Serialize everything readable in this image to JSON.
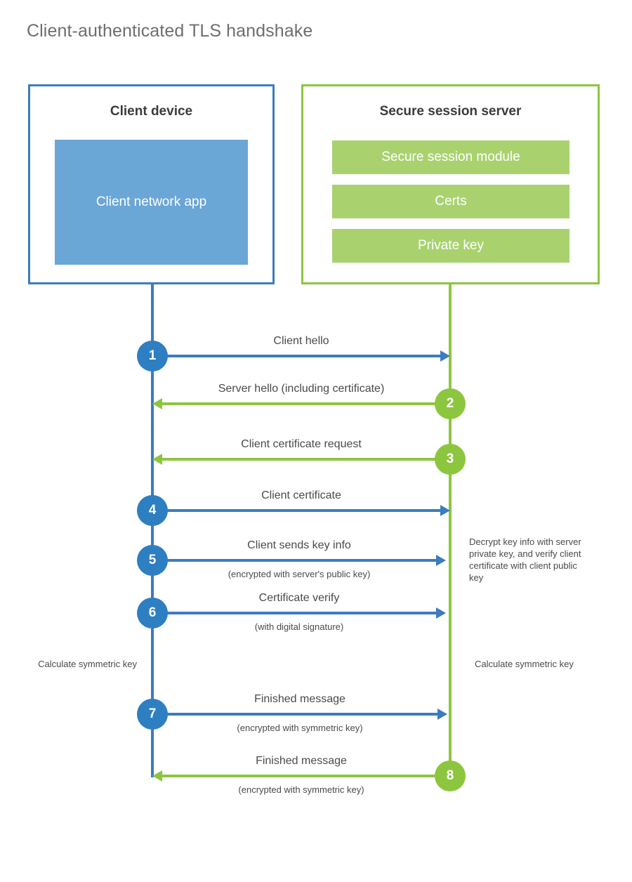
{
  "title": "Client-authenticated TLS handshake",
  "colors": {
    "client_border": "#3c7cc0",
    "client_fill": "#6aa6d6",
    "client_accent": "#2e7ec2",
    "server_border": "#8cc63f",
    "server_fill": "#a9d26f",
    "server_accent": "#8cc63f",
    "title_text": "#6d6e71",
    "body_text": "#4a4a4a",
    "heading_text": "#3b3b3b",
    "background": "#ffffff"
  },
  "client": {
    "title": "Client device",
    "app_label": "Client network app"
  },
  "server": {
    "title": "Secure session server",
    "components": [
      "Secure session module",
      "Certs",
      "Private key"
    ]
  },
  "steps": [
    {
      "number": "1",
      "label": "Client hello",
      "sublabel": "",
      "direction": "client-to-server",
      "side": "client"
    },
    {
      "number": "2",
      "label": "Server hello (including certificate)",
      "sublabel": "",
      "direction": "server-to-client",
      "side": "server"
    },
    {
      "number": "3",
      "label": "Client certificate request",
      "sublabel": "",
      "direction": "server-to-client",
      "side": "server"
    },
    {
      "number": "4",
      "label": "Client certificate",
      "sublabel": "",
      "direction": "client-to-server",
      "side": "client"
    },
    {
      "number": "5",
      "label": "Client sends key info",
      "sublabel": "(encrypted with server's public key)",
      "direction": "client-to-server",
      "side": "client"
    },
    {
      "number": "6",
      "label": "Certificate verify",
      "sublabel": "(with digital signature)",
      "direction": "client-to-server",
      "side": "client"
    },
    {
      "number": "7",
      "label": "Finished message",
      "sublabel": "(encrypted with symmetric key)",
      "direction": "client-to-server",
      "side": "client"
    },
    {
      "number": "8",
      "label": "Finished message",
      "sublabel": "(encrypted with symmetric key)",
      "direction": "server-to-client",
      "side": "server"
    }
  ],
  "annotations": {
    "server_decrypt": "Decrypt key info with server private key, and verify client certificate with client public key",
    "client_calculate": "Calculate symmetric key",
    "server_calculate": "Calculate symmetric key"
  }
}
